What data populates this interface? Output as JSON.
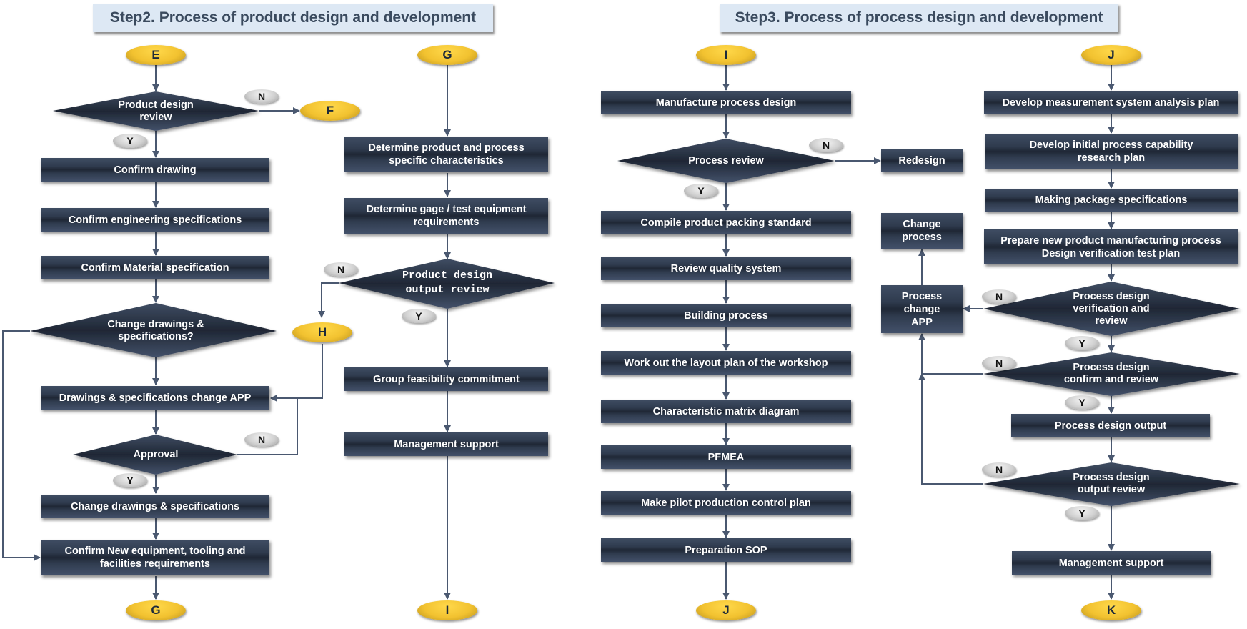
{
  "step2": {
    "title": "Step2.  Process of product design and development",
    "connectors": {
      "E": "E",
      "F": "F",
      "G_top": "G",
      "G_bottom": "G",
      "H": "H",
      "I_bottom": "I"
    },
    "left_column": {
      "decision_product_design_review": "Product design\nreview",
      "confirm_drawing": "Confirm drawing",
      "confirm_engineering_specs": "Confirm engineering specifications",
      "confirm_material_spec": "Confirm Material specification",
      "decision_change_drawings": "Change drawings &\nspecifications?",
      "drawings_change_app": "Drawings & specifications change APP",
      "decision_approval": "Approval",
      "change_drawings_specs": "Change drawings & specifications",
      "confirm_new_equipment": "Confirm New equipment, tooling and\nfacilities requirements"
    },
    "right_column": {
      "determine_characteristics": "Determine product and process\nspecific characteristics",
      "determine_gage": "Determine gage / test equipment\nrequirements",
      "decision_output_review": "Product design\noutput review",
      "group_feasibility": "Group feasibility commitment",
      "management_support": "Management support"
    }
  },
  "step3": {
    "title": "Step3.  Process of process design and development",
    "connectors": {
      "I": "I",
      "J_top": "J",
      "J_bottom": "J",
      "K": "K"
    },
    "left_column": {
      "manufacture_process_design": "Manufacture process design",
      "decision_process_review": "Process review",
      "redesign": "Redesign",
      "compile_packing_standard": "Compile product packing standard",
      "review_quality_system": "Review quality system",
      "building_process": "Building process",
      "layout_plan": "Work out the layout plan of the workshop",
      "characteristic_matrix": "Characteristic matrix diagram",
      "pfmea": "PFMEA",
      "pilot_control_plan": "Make pilot production control plan",
      "preparation_sop": "Preparation SOP"
    },
    "middle_column": {
      "change_process": "Change\nprocess",
      "process_change_app": "Process\nchange\nAPP"
    },
    "right_column": {
      "msa_plan": "Develop measurement system analysis plan",
      "capability_plan": "Develop initial process capability\nresearch plan",
      "package_specs": "Making package specifications",
      "verification_test_plan": "Prepare new product manufacturing process\nDesign verification test plan",
      "decision_verification_review": "Process design\nverification and\nreview",
      "decision_confirm_review": "Process design\nconfirm and review",
      "process_design_output": "Process design output",
      "decision_output_review": "Process design\noutput  review",
      "management_support": "Management support"
    }
  },
  "labels": {
    "yes": "Y",
    "no": "N"
  },
  "colors": {
    "box": "#2f3b4e",
    "connector": "#f2c230",
    "line": "#4a5870",
    "title_bg": "#dde8f4"
  }
}
